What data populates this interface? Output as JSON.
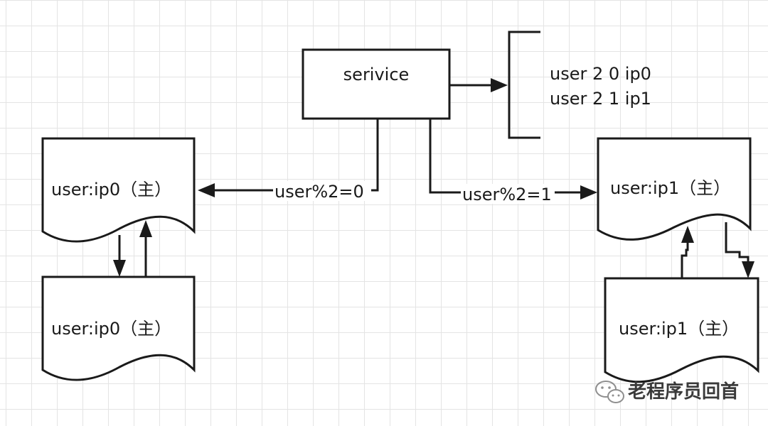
{
  "service": {
    "label": "serivice"
  },
  "mapping": {
    "lines": [
      "user 2 0 ip0",
      "user 2 1  ip1"
    ]
  },
  "nodes": {
    "left_master": "user:ip0（主）",
    "left_slave": "user:ip0（主）",
    "right_master": "user:ip1（主）",
    "right_slave": "user:ip1（主）"
  },
  "edges": {
    "left_route": "user%2=0",
    "right_route": "user%2=1"
  },
  "watermark": {
    "text": "老程序员回首"
  },
  "colors": {
    "stroke": "#1a1a1a",
    "grid": "#e4e4e4",
    "background": "#ffffff"
  }
}
